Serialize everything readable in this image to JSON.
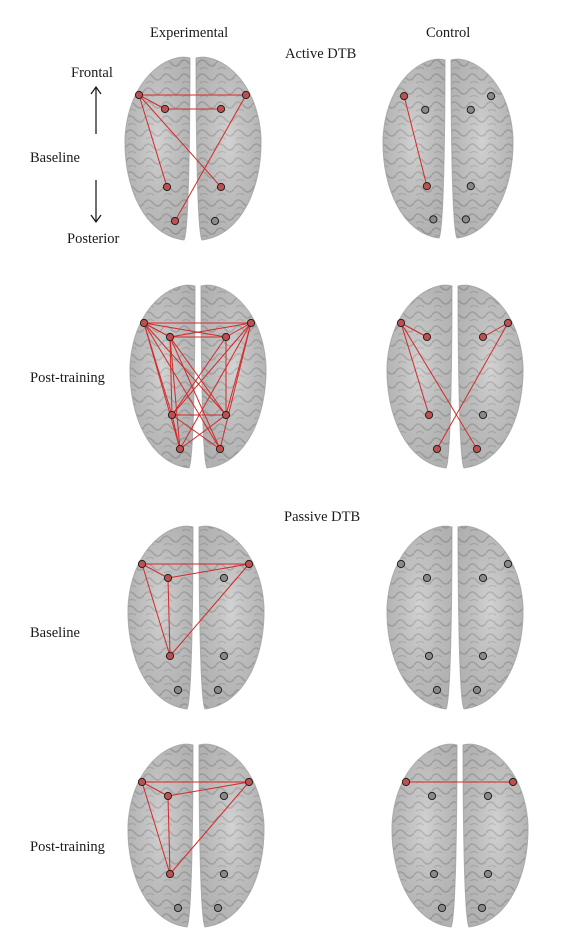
{
  "columns": {
    "left": "Experimental",
    "right": "Control"
  },
  "sections": {
    "active": "Active DTB",
    "passive": "Passive DTB"
  },
  "orientation": {
    "top": "Frontal",
    "bottom": "Posterior"
  },
  "rows": {
    "baseline": "Baseline",
    "post": "Post-training"
  },
  "colors": {
    "connection": "#d42a2a",
    "electrode_fill": "#8a8a8a",
    "electrode_active": "#c05050",
    "brain": "#c8c8c8"
  },
  "panels": [
    {
      "id": "active-baseline-experimental",
      "section": "Active DTB",
      "row": "Baseline",
      "group": "Experimental",
      "connections": [
        [
          0,
          1
        ],
        [
          1,
          4
        ],
        [
          0,
          5
        ],
        [
          3,
          6
        ],
        [
          0,
          3
        ],
        [
          0,
          2
        ]
      ]
    },
    {
      "id": "active-baseline-control",
      "section": "Active DTB",
      "row": "Baseline",
      "group": "Control",
      "connections": [
        [
          0,
          2
        ]
      ]
    },
    {
      "id": "active-post-experimental",
      "section": "Active DTB",
      "row": "Post-training",
      "group": "Experimental",
      "connections": [
        [
          0,
          1
        ],
        [
          0,
          2
        ],
        [
          0,
          3
        ],
        [
          0,
          4
        ],
        [
          0,
          5
        ],
        [
          0,
          6
        ],
        [
          0,
          7
        ],
        [
          1,
          2
        ],
        [
          1,
          3
        ],
        [
          1,
          4
        ],
        [
          1,
          5
        ],
        [
          1,
          6
        ],
        [
          1,
          7
        ],
        [
          2,
          3
        ],
        [
          2,
          4
        ],
        [
          2,
          5
        ],
        [
          2,
          6
        ],
        [
          2,
          7
        ],
        [
          3,
          4
        ],
        [
          3,
          5
        ],
        [
          3,
          6
        ],
        [
          3,
          7
        ],
        [
          4,
          5
        ],
        [
          5,
          6
        ]
      ]
    },
    {
      "id": "active-post-control",
      "section": "Active DTB",
      "row": "Post-training",
      "group": "Control",
      "connections": [
        [
          0,
          1
        ],
        [
          0,
          2
        ],
        [
          0,
          7
        ],
        [
          3,
          6
        ],
        [
          3,
          4
        ]
      ]
    },
    {
      "id": "passive-baseline-experimental",
      "section": "Passive DTB",
      "row": "Baseline",
      "group": "Experimental",
      "connections": [
        [
          0,
          1
        ],
        [
          0,
          3
        ],
        [
          0,
          2
        ],
        [
          1,
          3
        ],
        [
          2,
          3
        ],
        [
          1,
          2
        ]
      ]
    },
    {
      "id": "passive-baseline-control",
      "section": "Passive DTB",
      "row": "Baseline",
      "group": "Control",
      "connections": []
    },
    {
      "id": "passive-post-experimental",
      "section": "Passive DTB",
      "row": "Post-training",
      "group": "Experimental",
      "connections": [
        [
          0,
          3
        ],
        [
          0,
          1
        ],
        [
          0,
          2
        ],
        [
          1,
          3
        ],
        [
          2,
          3
        ],
        [
          1,
          2
        ]
      ]
    },
    {
      "id": "passive-post-control",
      "section": "Passive DTB",
      "row": "Post-training",
      "group": "Control",
      "connections": [
        [
          0,
          3
        ]
      ]
    }
  ]
}
